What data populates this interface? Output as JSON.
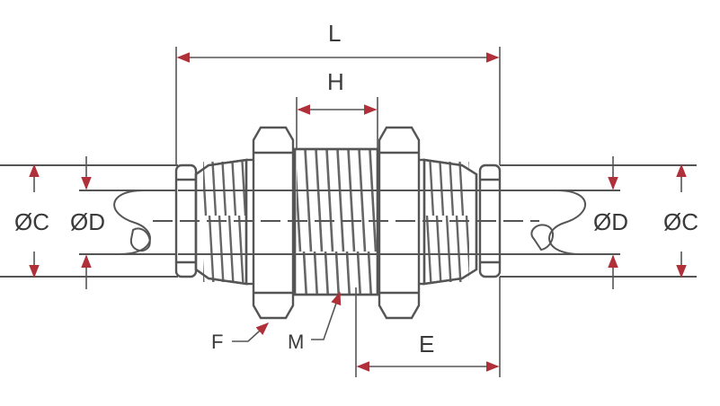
{
  "labels": {
    "L": "L",
    "H": "H",
    "E": "E",
    "F": "F",
    "M": "M",
    "C_left": "ØC",
    "D_left": "ØD",
    "D_right": "ØD",
    "C_right": "ØC"
  },
  "colors": {
    "line": "#555555",
    "dimension_arrow": "#b0303a",
    "background": "#ffffff"
  }
}
